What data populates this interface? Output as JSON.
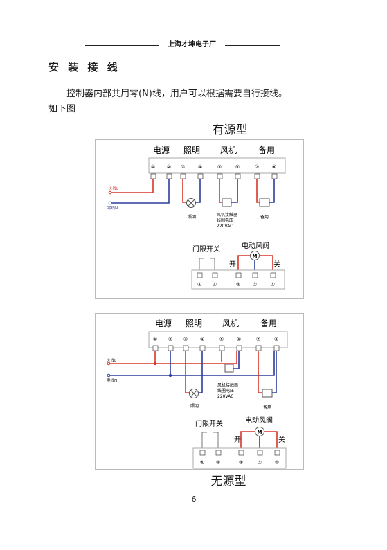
{
  "header": {
    "text": "上海才坤电子厂"
  },
  "section": {
    "title": "安 装 接 线"
  },
  "paragraph": {
    "line1": "控制器内部共用零(N)线，用户可以根据需要自行接线。",
    "line2": "如下图"
  },
  "diagrams": [
    {
      "title": "有源型",
      "groups": [
        "电源",
        "照明",
        "风机",
        "备用"
      ],
      "terminals": [
        "①",
        "②",
        "③",
        "④",
        "⑤",
        "⑥",
        "⑦",
        "⑧"
      ],
      "fire_label": "火线L",
      "neutral_label": "零线N",
      "lamp_label": "照明",
      "contactor_lines": [
        "风机接触器",
        "线圈电压",
        "220VAC"
      ],
      "spare_label": "备用",
      "door_switch_label": "门限开关",
      "valve_label": "电动风阀",
      "motor_symbol": "M",
      "open_label": "开",
      "close_label": "关",
      "bottom_terminals": [
        "⑤",
        "④",
        "③",
        "②",
        "①"
      ]
    },
    {
      "title": "无源型",
      "groups": [
        "电源",
        "照明",
        "风机",
        "备用"
      ],
      "terminals": [
        "①",
        "②",
        "③",
        "④",
        "⑤",
        "⑥",
        "⑦",
        "⑧"
      ],
      "fire_label": "火线L",
      "neutral_label": "零线N",
      "lamp_label": "照明",
      "contactor_lines": [
        "风机接触器",
        "线圈电压",
        "220VAC"
      ],
      "spare_label": "备用",
      "door_switch_label": "门限开关",
      "valve_label": "电动风阀",
      "motor_symbol": "M",
      "open_label": "开",
      "close_label": "关",
      "bottom_terminals": [
        "⑤",
        "④",
        "③",
        "②",
        "①"
      ]
    }
  ],
  "page_number": "6",
  "colors": {
    "red_wire": "#d8352a",
    "blue_wire": "#2c3d9c",
    "border": "#b8b8b8",
    "terminal": "#555555"
  }
}
